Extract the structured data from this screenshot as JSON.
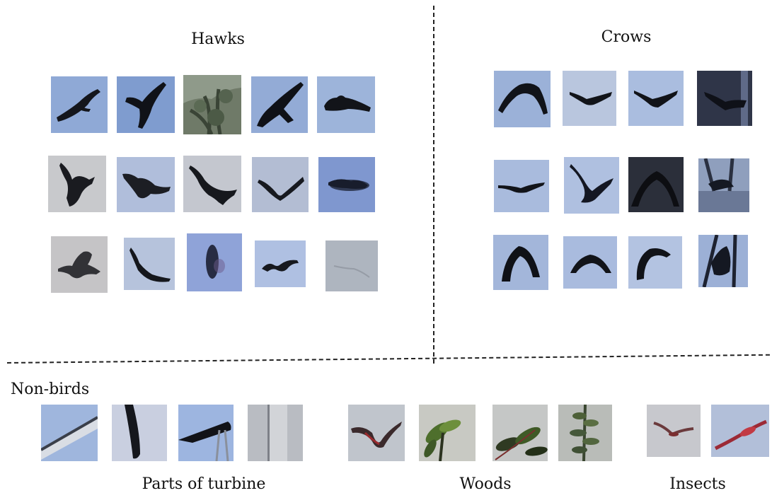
{
  "sections": {
    "hawks": {
      "title": "Hawks",
      "tiles": [
        {
          "silhouette": "hawk-gliding",
          "bg": "#8fa9d6"
        },
        {
          "silhouette": "hawk-wings-up",
          "bg": "#7f9ccf"
        },
        {
          "silhouette": "tree-branch",
          "bg": "#8f9a8a"
        },
        {
          "silhouette": "hawk-banking",
          "bg": "#93abd6"
        },
        {
          "silhouette": "hawk-flat",
          "bg": "#9db4da"
        },
        {
          "silhouette": "hawk-blurred",
          "bg": "#c8c9cc"
        },
        {
          "silhouette": "hawk-spread",
          "bg": "#b0bedb"
        },
        {
          "silhouette": "hawk-diving",
          "bg": "#c4c7cf"
        },
        {
          "silhouette": "hawk-v-wings",
          "bg": "#b3bdd3"
        },
        {
          "silhouette": "hawk-smudge",
          "bg": "#7f97cf"
        },
        {
          "silhouette": "hawk-soaring",
          "bg": "#c5c4c6"
        },
        {
          "silhouette": "hawk-tilted",
          "bg": "#b6c3dc"
        },
        {
          "silhouette": "hawk-blue-blur",
          "bg": "#8fa3d8"
        },
        {
          "silhouette": "hawk-small",
          "bg": "#afc0e2"
        },
        {
          "silhouette": "faint-streak",
          "bg": "#aeb5bf"
        }
      ]
    },
    "crows": {
      "title": "Crows",
      "tiles": [
        {
          "silhouette": "crow-arched",
          "bg": "#9bb1d8"
        },
        {
          "silhouette": "crow-gliding",
          "bg": "#b9c6de"
        },
        {
          "silhouette": "crow-gliding-2",
          "bg": "#aabddf"
        },
        {
          "silhouette": "crow-dark-sky",
          "bg": "#2f3548"
        },
        {
          "silhouette": "crow-flat",
          "bg": "#a9bbdd"
        },
        {
          "silhouette": "crow-wings-up",
          "bg": "#afc0e0"
        },
        {
          "silhouette": "crow-dark-arch",
          "bg": "#2b2f3a"
        },
        {
          "silhouette": "crow-tower",
          "bg": "#8f9fbd"
        },
        {
          "silhouette": "crow-arched-2",
          "bg": "#a3b6da"
        },
        {
          "silhouette": "crow-arched-3",
          "bg": "#a9bbde"
        },
        {
          "silhouette": "crow-hook",
          "bg": "#b3c3e1"
        },
        {
          "silhouette": "crow-tower-2",
          "bg": "#9cb0d6"
        }
      ]
    },
    "non_birds": {
      "title": "Non-birds",
      "groups": [
        {
          "caption": "Parts of turbine",
          "tiles": [
            {
              "silhouette": "blade-diagonal",
              "bg": "#9fb6dd"
            },
            {
              "silhouette": "blade-tip",
              "bg": "#c9cfe0"
            },
            {
              "silhouette": "nacelle",
              "bg": "#9db5e0"
            },
            {
              "silhouette": "tower-edge",
              "bg": "#b9bcc2"
            }
          ]
        },
        {
          "caption": "Woods",
          "tiles": [
            {
              "silhouette": "leaf-red",
              "bg": "#c0c5cc"
            },
            {
              "silhouette": "leaves-green",
              "bg": "#c8c9c3"
            },
            {
              "silhouette": "leaves-dark",
              "bg": "#c5c7c6"
            },
            {
              "silhouette": "branch-green",
              "bg": "#b9bcb8"
            }
          ]
        },
        {
          "caption": "Insects",
          "tiles": [
            {
              "silhouette": "insect-wing",
              "bg": "#c7c8cd"
            },
            {
              "silhouette": "insect-red",
              "bg": "#b2bfd9"
            }
          ]
        }
      ]
    }
  }
}
